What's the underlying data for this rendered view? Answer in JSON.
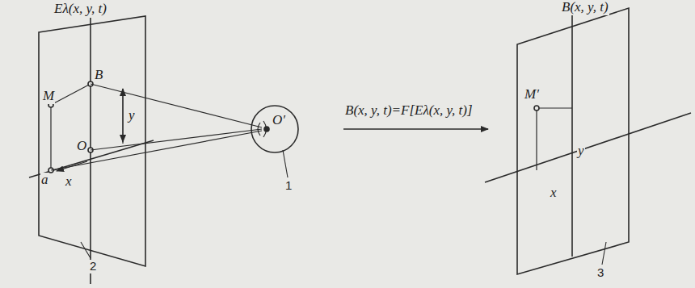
{
  "diagram": {
    "labels": [
      "Eλ(x, y, t)",
      "M",
      "B",
      "O",
      "a",
      "y",
      "x",
      "O′",
      "1",
      "2",
      "B(x, y, t)=F[Eλ(x, y, t)]",
      "B(x, y, t)",
      "M′",
      "y",
      "x",
      "3"
    ]
  }
}
